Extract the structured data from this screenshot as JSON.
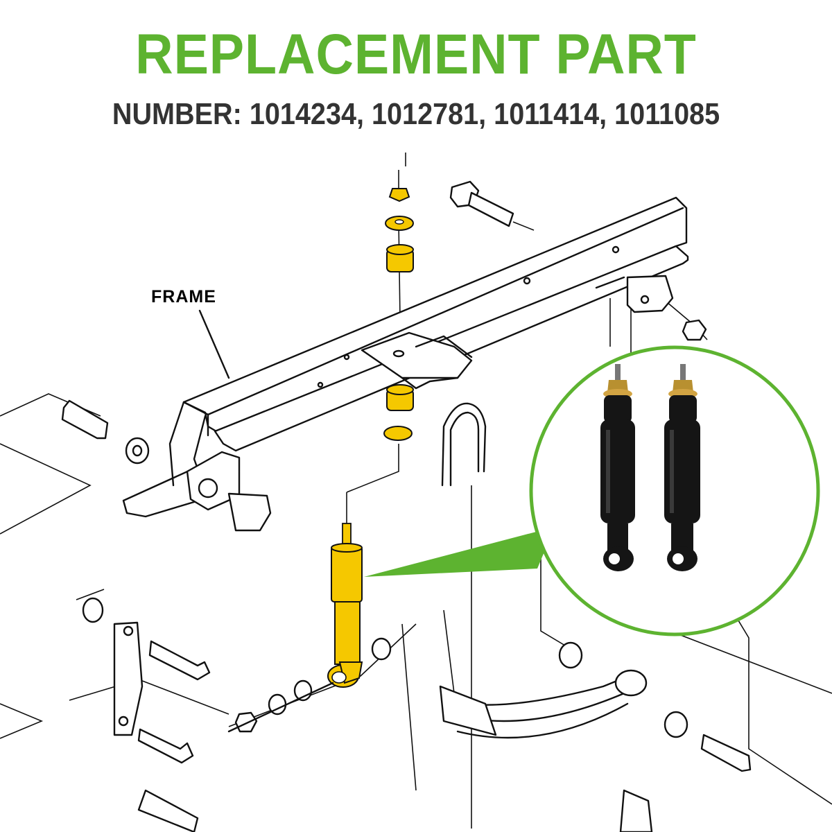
{
  "header": {
    "title": "REPLACEMENT PART",
    "subtitle": "NUMBER: 1014234, 1012781, 1011414, 1011085"
  },
  "diagram": {
    "frame_label": "FRAME"
  },
  "colors": {
    "title_green": "#5db330",
    "subtitle_dark": "#333333",
    "highlight_yellow": "#f5c800",
    "callout_green": "#5db330",
    "line_black": "#111111",
    "shock_black": "#151515"
  },
  "icons": {
    "highlighted_part": "shock-absorber-icon",
    "callout_photo": "shock-absorber-pair-icon"
  }
}
